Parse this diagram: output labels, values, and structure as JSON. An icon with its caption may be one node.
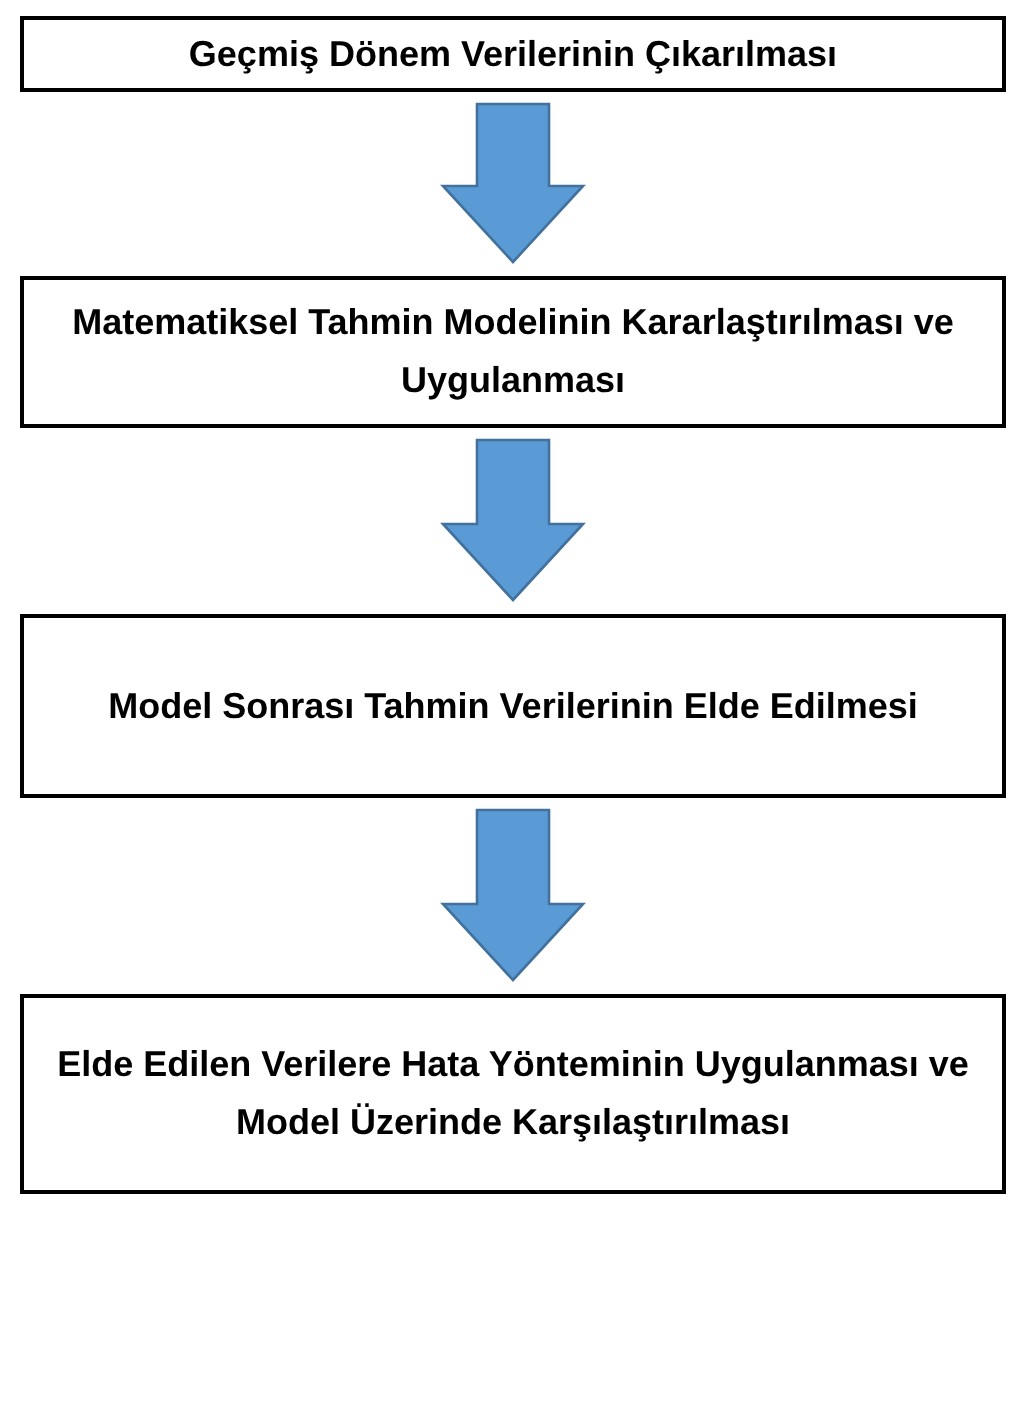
{
  "diagram": {
    "nodes": [
      {
        "text": [
          "Geçmiş Dönem Verilerinin Çıkarılması"
        ]
      },
      {
        "text": [
          "Matematiksel Tahmin Modelinin Kararlaştırılması ve Uygulanması"
        ]
      },
      {
        "text": [
          "Model Sonrası Tahmin Verilerinin Elde Edilmesi"
        ]
      },
      {
        "text": [
          "Elde Edilen Verilere Hata Yönteminin Uygulanması ve Model Üzerinde Karşılaştırılması"
        ]
      }
    ],
    "edges": [
      {
        "from": 0,
        "to": 1,
        "arrow": "to"
      },
      {
        "from": 1,
        "to": 2,
        "arrow": "to"
      },
      {
        "from": 2,
        "to": 3,
        "arrow": "to"
      }
    ]
  }
}
